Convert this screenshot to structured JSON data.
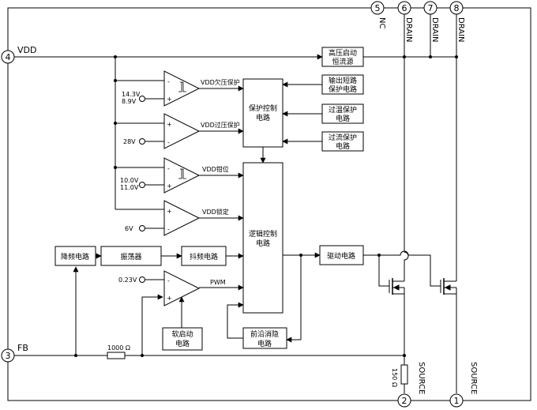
{
  "pins": {
    "p1": "1",
    "p2": "2",
    "p3": "3",
    "p4": "4",
    "p5": "5",
    "p6": "6",
    "p7": "7",
    "p8": "8"
  },
  "pin_names": {
    "vdd": "VDD",
    "fb": "FB",
    "nc": "NC",
    "drain6": "DRAIN",
    "drain7": "DRAIN",
    "drain8": "DRAIN",
    "source2": "SOURCE",
    "source1": "SOURCE"
  },
  "blocks": {
    "hv_start_l1": "高压启动",
    "hv_start_l2": "恒流源",
    "prot_ctrl_l1": "保护控制",
    "prot_ctrl_l2": "电路",
    "out_short_l1": "输出短路",
    "out_short_l2": "保护电路",
    "over_temp_l1": "过温保护",
    "over_temp_l2": "电路",
    "over_curr_l1": "过流保护",
    "over_curr_l2": "电路",
    "logic_l1": "逻辑控制",
    "logic_l2": "电路",
    "freq_red": "降频电路",
    "oscillator": "振荡器",
    "jitter": "抖频电路",
    "driver": "驱动电路",
    "soft_start_l1": "软启动",
    "soft_start_l2": "电路",
    "leb_l1": "前沿消隐",
    "leb_l2": "电路"
  },
  "comparators": {
    "uvlo": "VDD欠压保护",
    "ovp": "VDD过压保护",
    "clamp": "VDD钳位",
    "lock": "VDD锁定",
    "pwm": "PWM"
  },
  "refs": {
    "uvlo_hi": "14.3V",
    "uvlo_lo": "8.9V",
    "ovp": "28V",
    "clamp_hi": "10.0V",
    "clamp_lo": "11.0V",
    "lock": "6V",
    "pwm": "0.23V"
  },
  "resistors": {
    "fb_r": "1000 Ω",
    "sense_r": "150 Ω"
  },
  "signs": {
    "minus": "-",
    "plus": "+"
  }
}
